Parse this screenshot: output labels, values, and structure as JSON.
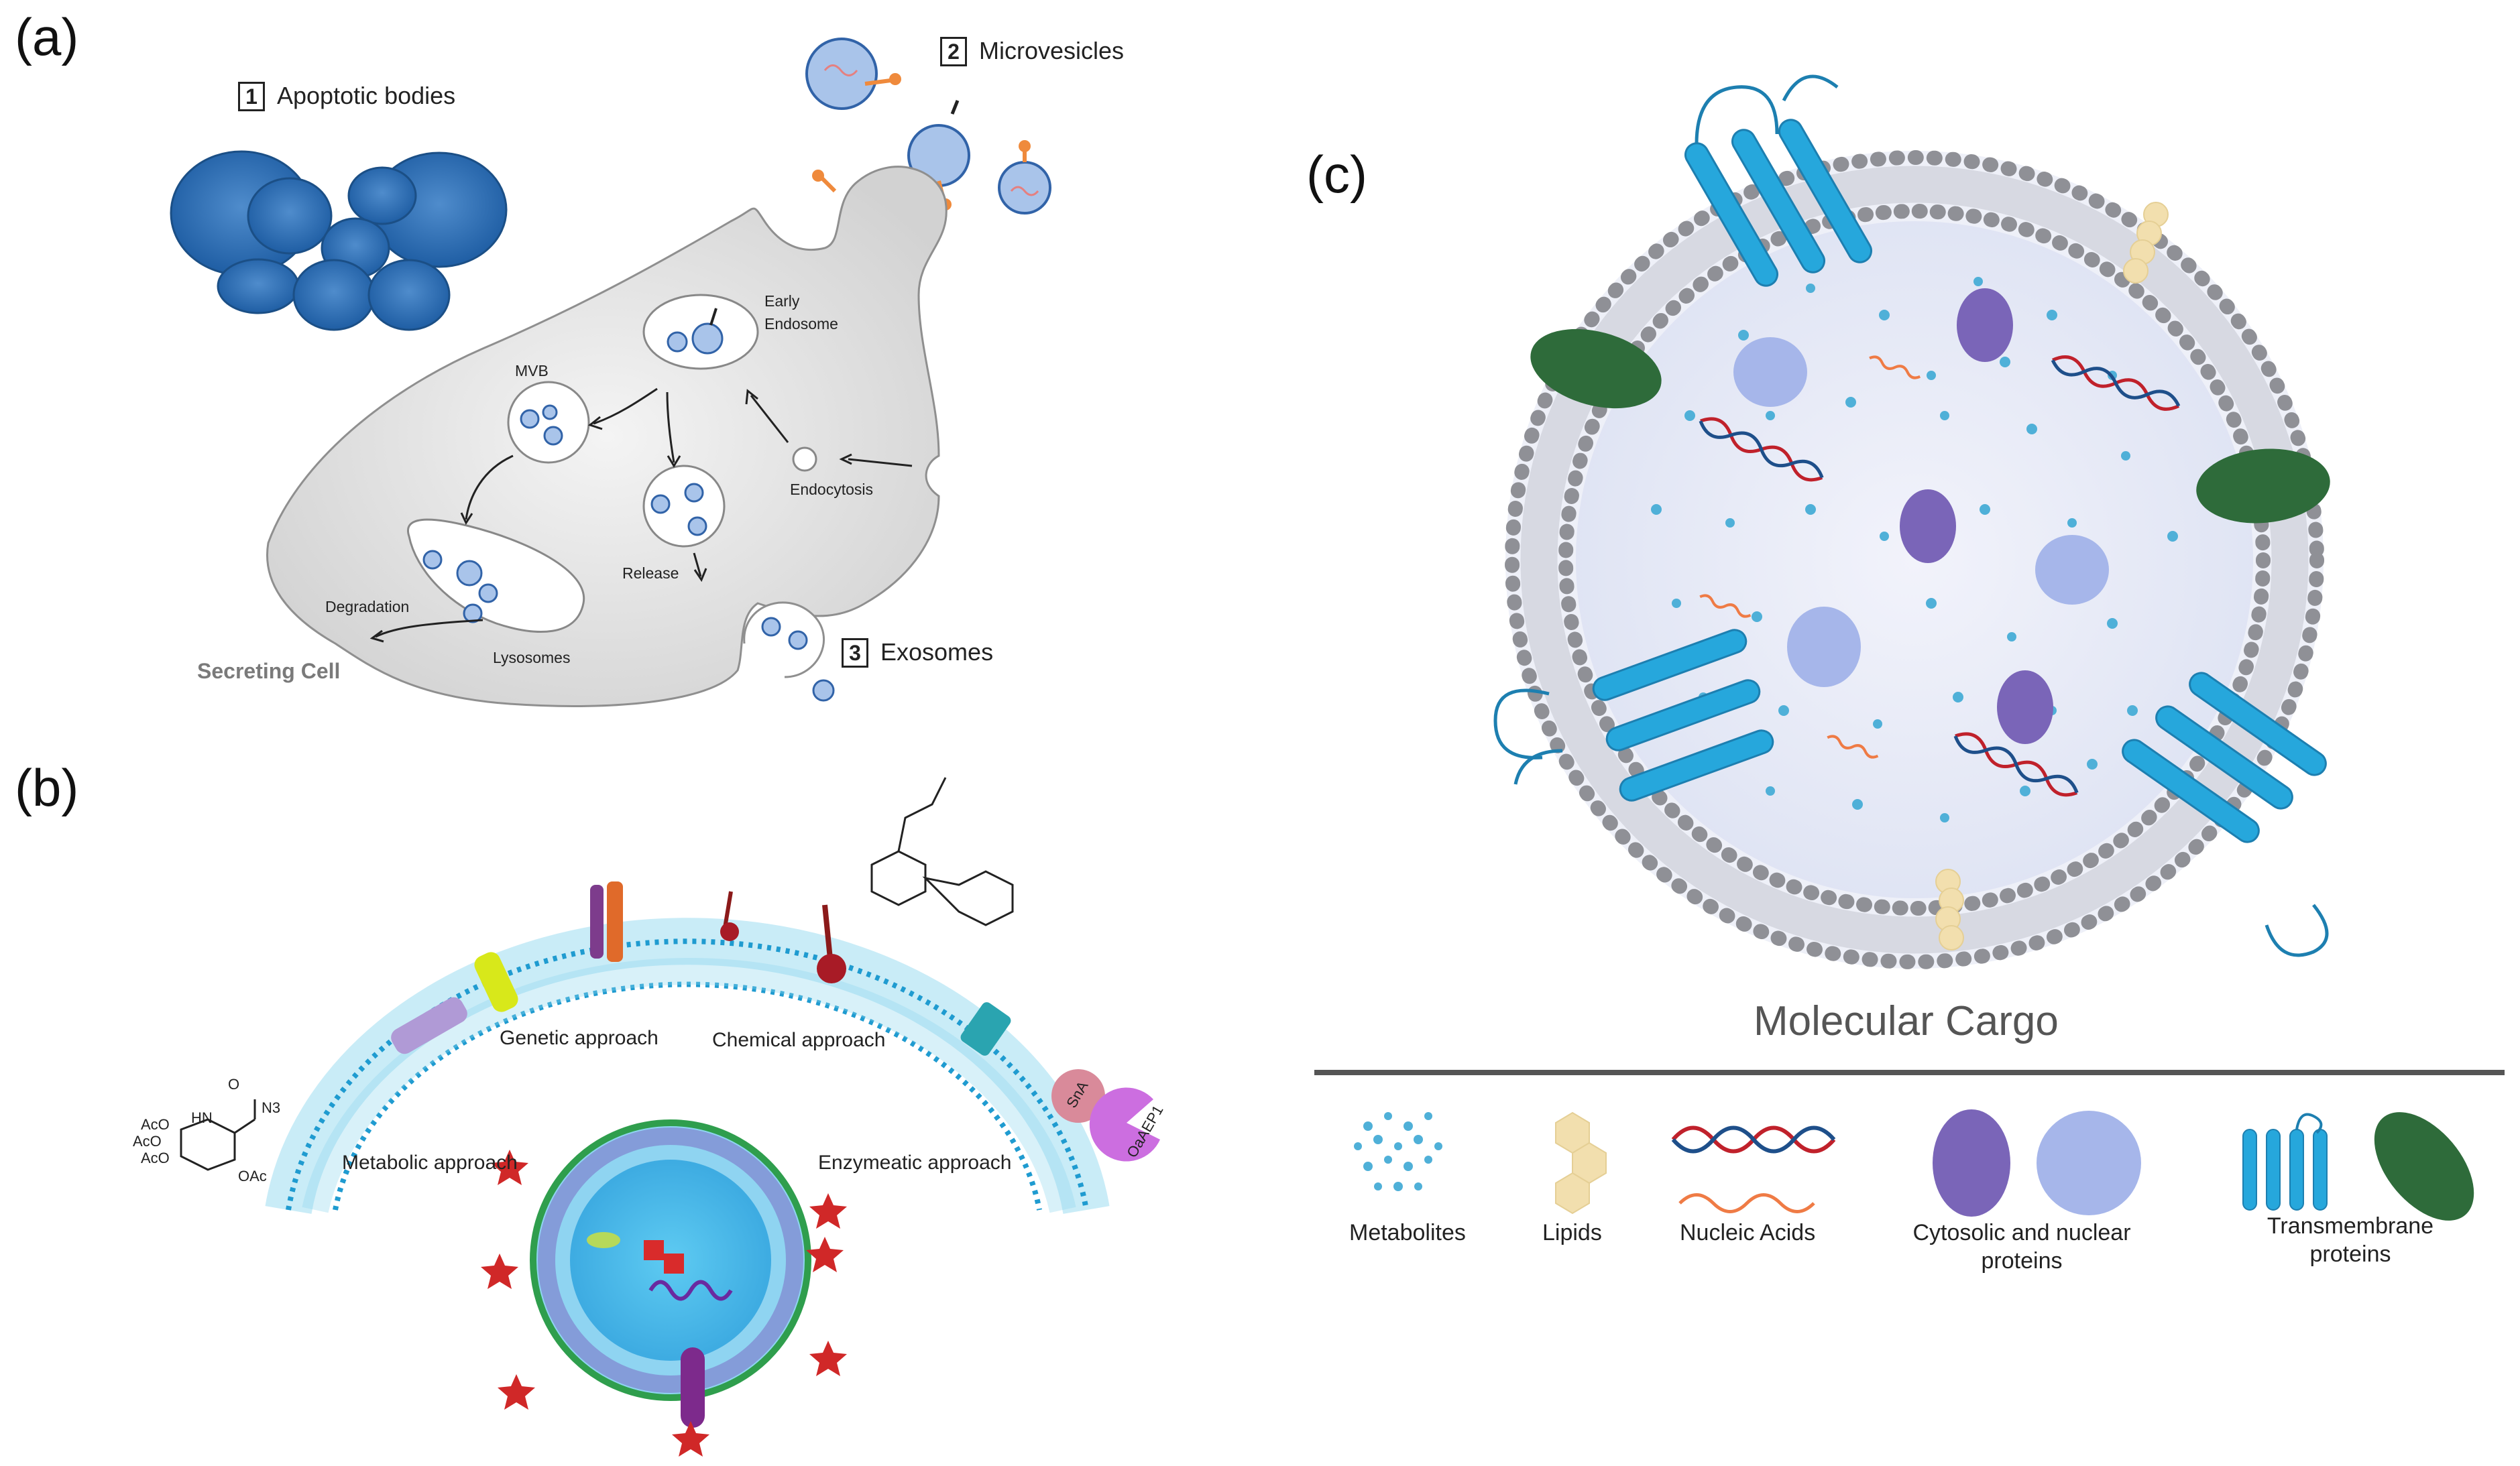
{
  "panels": {
    "a": {
      "letter": "(a)",
      "num1": "1",
      "apoptotic": "Apoptotic bodies",
      "num2": "2",
      "microvesicles": "Microvesicles",
      "num3": "3",
      "exosomes": "Exosomes",
      "early_endosome": "Early\nEndosome",
      "mvb": "MVB",
      "endocytosis": "Endocytosis",
      "release": "Release",
      "degradation": "Degradation",
      "lysosomes": "Lysosomes",
      "secreting_cell": "Secreting Cell"
    },
    "b": {
      "letter": "(b)",
      "genetic": "Genetic approach",
      "chemical": "Chemical approach",
      "metabolic": "Metabolic approach",
      "enzymatic": "Enzymeatic approach",
      "sna": "SnA",
      "oaaep": "OaAEP1",
      "chem_ac1": "AcO",
      "chem_ac2": "AcO",
      "chem_ac3": "AcO",
      "chem_hn": "HN",
      "chem_o": "O",
      "chem_n3": "N3",
      "chem_oac": "OAc"
    },
    "c": {
      "letter": "(c)",
      "title": "Molecular Cargo",
      "legend": {
        "metabolites": "Metabolites",
        "lipids": "Lipids",
        "nucleic_acids": "Nucleic Acids",
        "proteins_line1": "Cytosolic and nuclear",
        "proteins_line2": "proteins",
        "transmembrane_line1": "Transmembrane",
        "transmembrane_line2": "proteins"
      }
    }
  },
  "colors": {
    "cell_gray": "#d9d9d9",
    "vesicle_blue": "#2f6db0",
    "membrane_cyan": "#28b5e0",
    "protein_purple": "#7a65b8",
    "protein_lavender": "#a6b6ea",
    "tm_green": "#2e6b3a",
    "dna_red": "#c0212b",
    "rna_orange": "#ef7b45",
    "lipid_yellow": "#f2dfae"
  }
}
